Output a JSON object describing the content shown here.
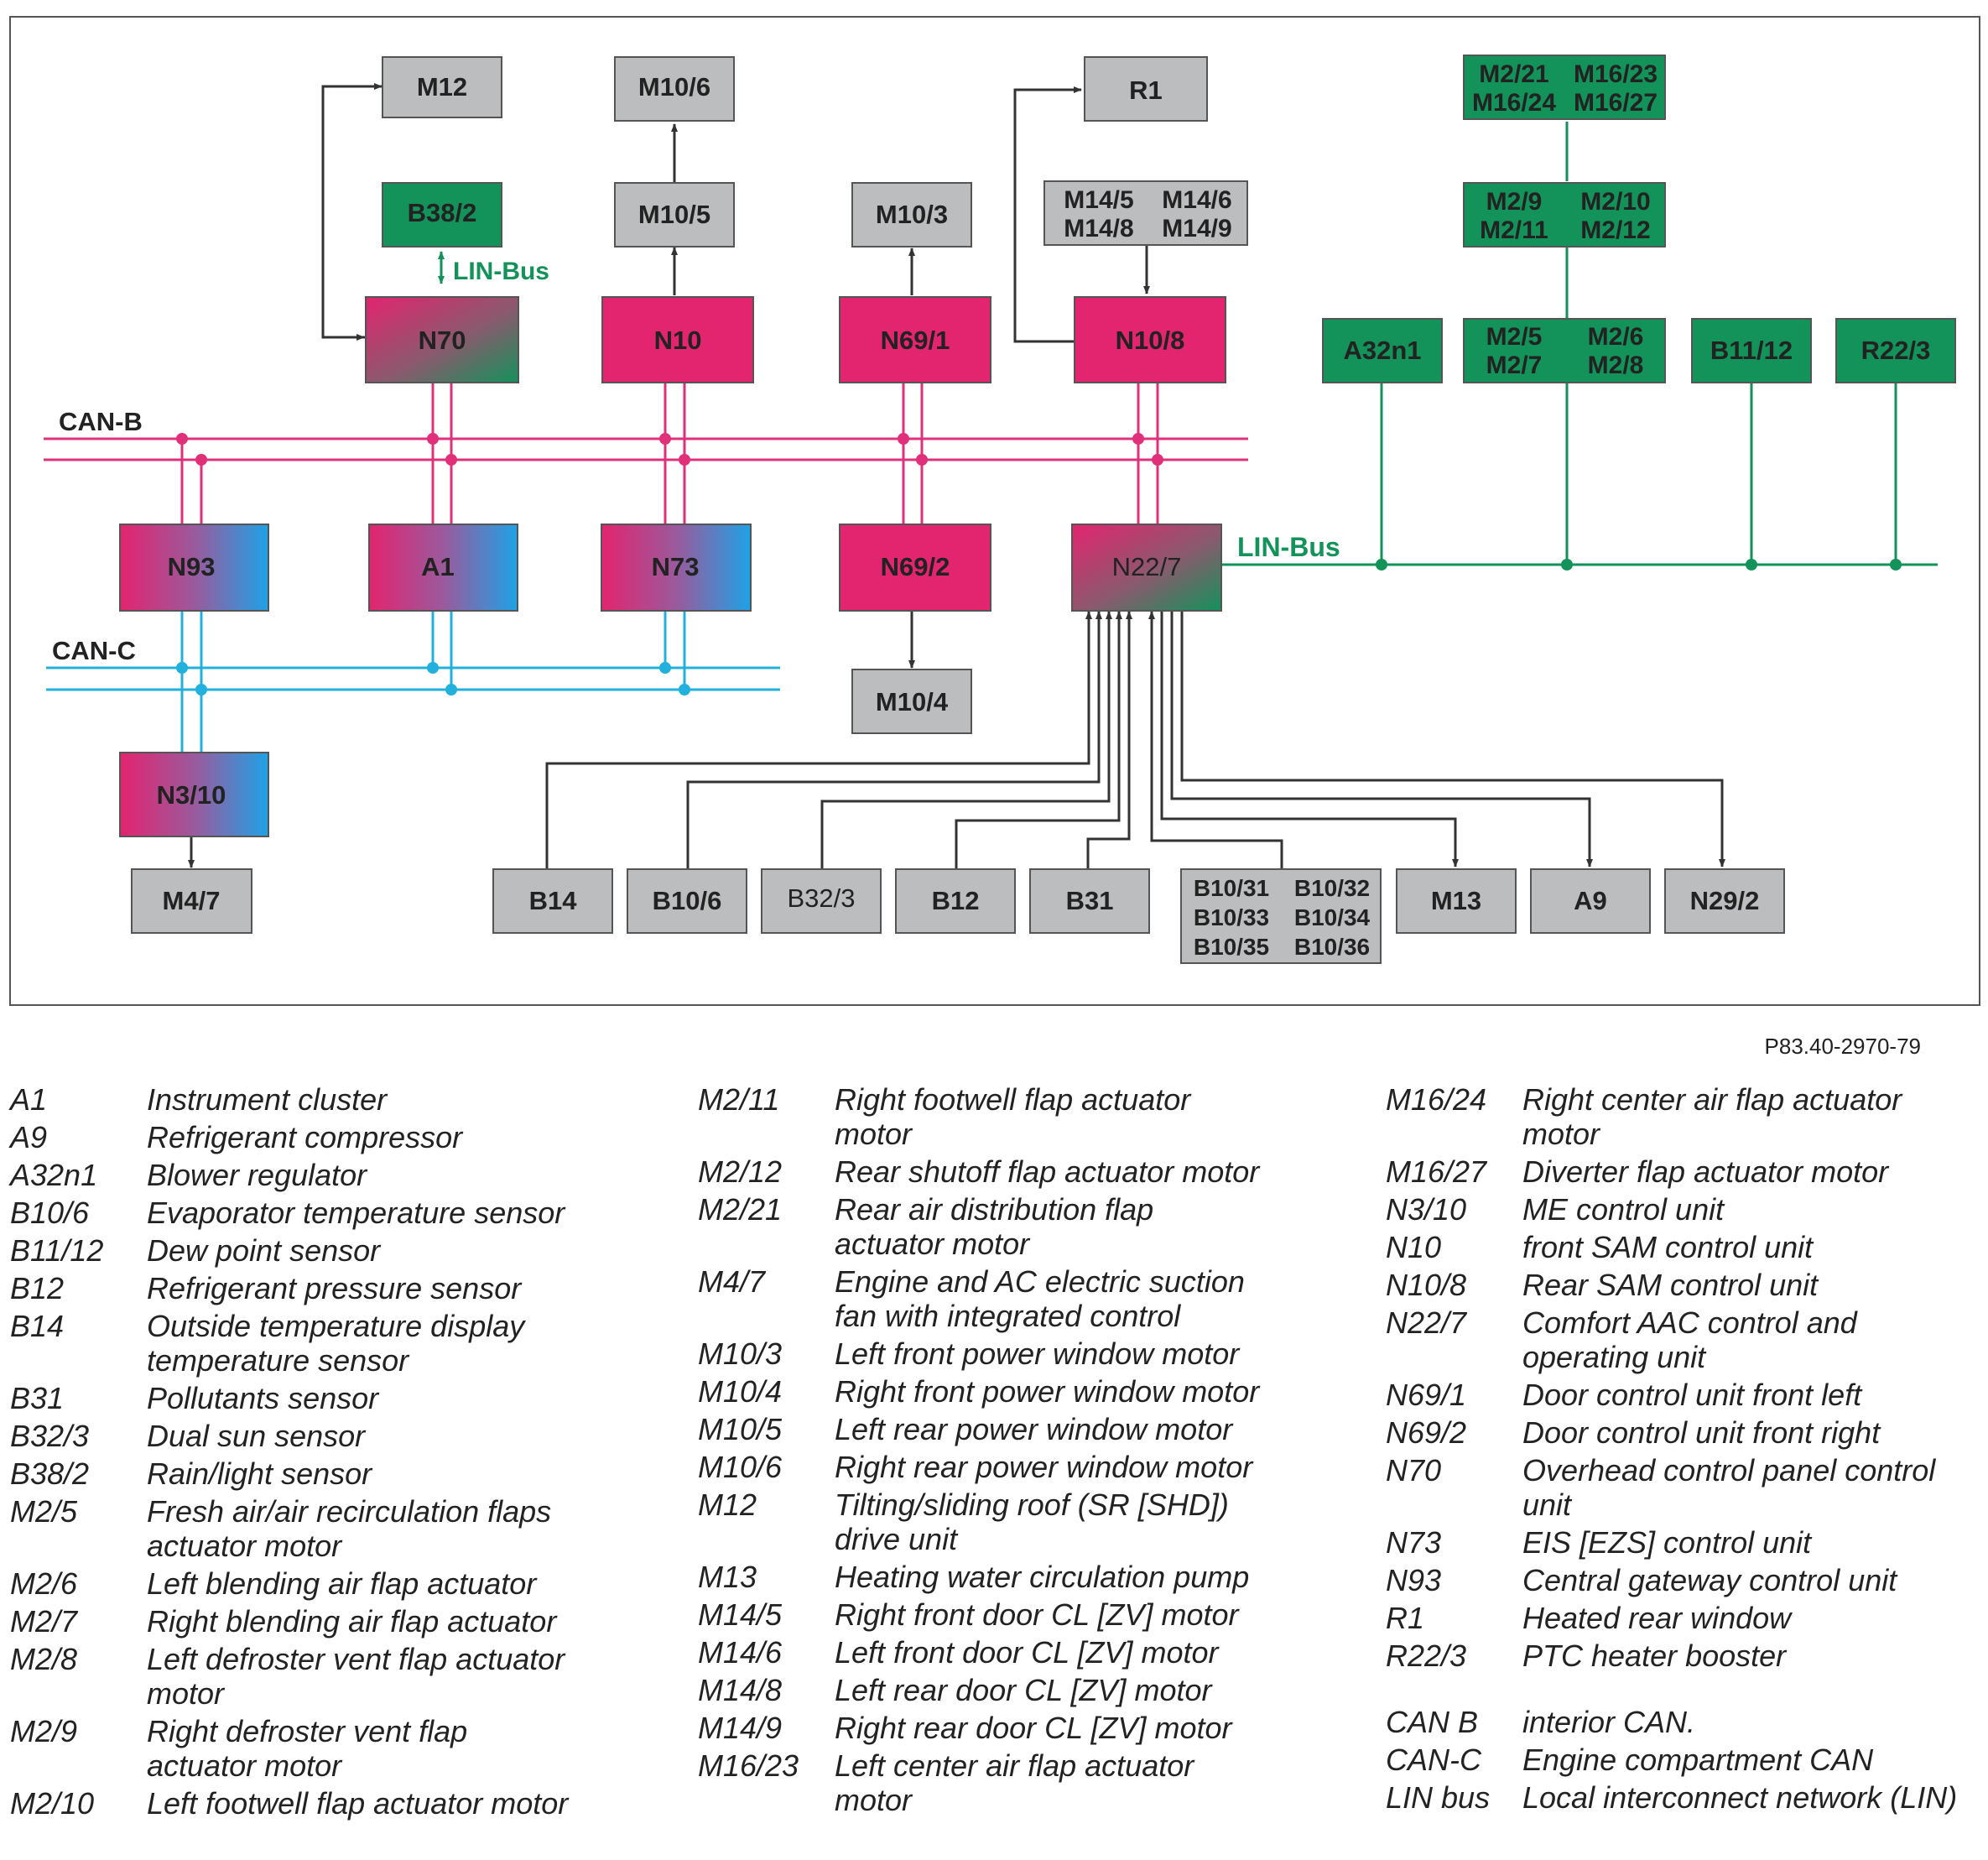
{
  "diagram": {
    "boxes": {
      "M12": "M12",
      "M10_6": "M10/6",
      "R1": "R1",
      "grp_rear": [
        "M2/21",
        "M16/23",
        "M16/24",
        "M16/27"
      ],
      "B38_2": "B38/2",
      "M10_5": "M10/5",
      "M10_3": "M10/3",
      "grp_door": [
        "M14/5",
        "M14/6",
        "M14/8",
        "M14/9"
      ],
      "grp_foot": [
        "M2/9",
        "M2/10",
        "M2/11",
        "M2/12"
      ],
      "N70": "N70",
      "N10": "N10",
      "N69_1": "N69/1",
      "N10_8": "N10/8",
      "A32n1": "A32n1",
      "grp_blend": [
        "M2/5",
        "M2/6",
        "M2/7",
        "M2/8"
      ],
      "B11_12": "B11/12",
      "R22_3": "R22/3",
      "N93": "N93",
      "A1": "A1",
      "N73": "N73",
      "N69_2": "N69/2",
      "N22_7": "N22/7",
      "M10_4": "M10/4",
      "N3_10": "N3/10",
      "M4_7": "M4/7",
      "B14": "B14",
      "B10_6": "B10/6",
      "B32_3": "B32/3",
      "B12": "B12",
      "B31": "B31",
      "grp_b10": [
        "B10/31",
        "B10/32",
        "B10/33",
        "B10/34",
        "B10/35",
        "B10/36"
      ],
      "M13": "M13",
      "A9": "A9",
      "N29_2": "N29/2"
    },
    "labels": {
      "can_b": "CAN-B",
      "can_c": "CAN-C",
      "lin_bus_top": "LIN-Bus",
      "lin_bus_right": "LIN-Bus"
    },
    "colors": {
      "can_b": "#e0307a",
      "can_c": "#22b0dc",
      "lin": "#13925a",
      "grey_box": "#bcbdbf",
      "green_box": "#13925a",
      "pink_box": "#e3246f",
      "blue_grad": "#1ea2e6"
    }
  },
  "reference": "P83.40-2970-79",
  "legend": {
    "col1": [
      {
        "code": "A1",
        "desc": "Instrument cluster"
      },
      {
        "code": "A9",
        "desc": "Refrigerant compressor"
      },
      {
        "code": "A32n1",
        "desc": "Blower regulator"
      },
      {
        "code": "B10/6",
        "desc": "Evaporator temperature sensor"
      },
      {
        "code": "B11/12",
        "desc": "Dew point sensor"
      },
      {
        "code": "B12",
        "desc": "Refrigerant pressure sensor"
      },
      {
        "code": "B14",
        "desc": "Outside temperature display temperature sensor"
      },
      {
        "code": "B31",
        "desc": "Pollutants sensor"
      },
      {
        "code": "B32/3",
        "desc": "Dual sun sensor"
      },
      {
        "code": "B38/2",
        "desc": "Rain/light sensor"
      },
      {
        "code": "M2/5",
        "desc": "Fresh air/air recirculation flaps actuator motor"
      },
      {
        "code": "M2/6",
        "desc": "Left blending air flap actuator"
      },
      {
        "code": "M2/7",
        "desc": "Right blending air flap actuator"
      },
      {
        "code": "M2/8",
        "desc": "Left defroster vent flap actuator motor"
      },
      {
        "code": "M2/9",
        "desc": "Right defroster vent flap actuator motor"
      },
      {
        "code": "M2/10",
        "desc": "Left footwell flap actuator motor"
      }
    ],
    "col2": [
      {
        "code": "M2/11",
        "desc": "Right footwell flap actuator motor"
      },
      {
        "code": "M2/12",
        "desc": "Rear shutoff flap actuator motor"
      },
      {
        "code": "M2/21",
        "desc": "Rear air distribution flap actuator motor"
      },
      {
        "code": "M4/7",
        "desc": "Engine and AC electric suction fan with integrated control"
      },
      {
        "code": "M10/3",
        "desc": "Left front power window motor"
      },
      {
        "code": "M10/4",
        "desc": "Right front power window motor"
      },
      {
        "code": "M10/5",
        "desc": "Left rear power window motor"
      },
      {
        "code": "M10/6",
        "desc": "Right rear power window motor"
      },
      {
        "code": "M12",
        "desc": "Tilting/sliding roof (SR [SHD]) drive unit"
      },
      {
        "code": "M13",
        "desc": "Heating water circulation pump"
      },
      {
        "code": "M14/5",
        "desc": "Right front door CL [ZV] motor"
      },
      {
        "code": "M14/6",
        "desc": "Left front door CL [ZV] motor"
      },
      {
        "code": "M14/8",
        "desc": "Left rear door CL [ZV] motor"
      },
      {
        "code": "M14/9",
        "desc": "Right rear door CL [ZV] motor"
      },
      {
        "code": "M16/23",
        "desc": "Left center air flap actuator motor"
      }
    ],
    "col3": [
      {
        "code": "M16/24",
        "desc": "Right center air flap actuator motor"
      },
      {
        "code": "M16/27",
        "desc": "Diverter flap actuator motor"
      },
      {
        "code": "N3/10",
        "desc": "ME control unit"
      },
      {
        "code": "N10",
        "desc": "front SAM control unit"
      },
      {
        "code": "N10/8",
        "desc": "Rear SAM control unit"
      },
      {
        "code": "N22/7",
        "desc": "Comfort AAC control and operating unit"
      },
      {
        "code": "N69/1",
        "desc": "Door control unit front left"
      },
      {
        "code": "N69/2",
        "desc": "Door control unit front right"
      },
      {
        "code": "N70",
        "desc": "Overhead control panel control unit"
      },
      {
        "code": "N73",
        "desc": "EIS [EZS] control unit"
      },
      {
        "code": "N93",
        "desc": "Central gateway control unit"
      },
      {
        "code": "R1",
        "desc": "Heated rear window"
      },
      {
        "code": "R22/3",
        "desc": "PTC heater booster"
      },
      {
        "code": "CAN B",
        "desc": "interior CAN."
      },
      {
        "code": "CAN-C",
        "desc": "Engine compartment CAN"
      },
      {
        "code": "LIN bus",
        "desc": "Local interconnect network (LIN)"
      }
    ]
  }
}
